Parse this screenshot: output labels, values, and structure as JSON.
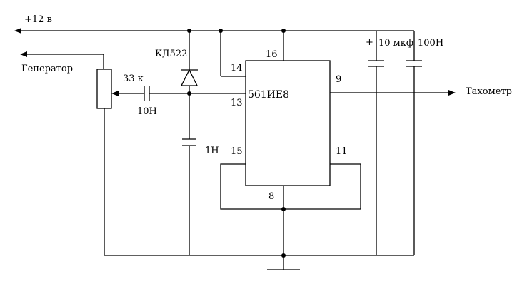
{
  "labels": {
    "supply": "+12 в",
    "generator": "Генератор",
    "tachometer": "Тахометр",
    "resistor": "33 к",
    "coupling_cap": "10Н",
    "diode": "КД522",
    "timing_cap": "1Н",
    "chip": "561ИЕ8",
    "electrolytic_cap": "10 мкф",
    "electrolytic_plus": "+",
    "filter_cap": "100Н"
  },
  "pins": {
    "p14": "14",
    "p16": "16",
    "p13": "13",
    "p9": "9",
    "p15": "15",
    "p11": "11",
    "p8": "8"
  }
}
